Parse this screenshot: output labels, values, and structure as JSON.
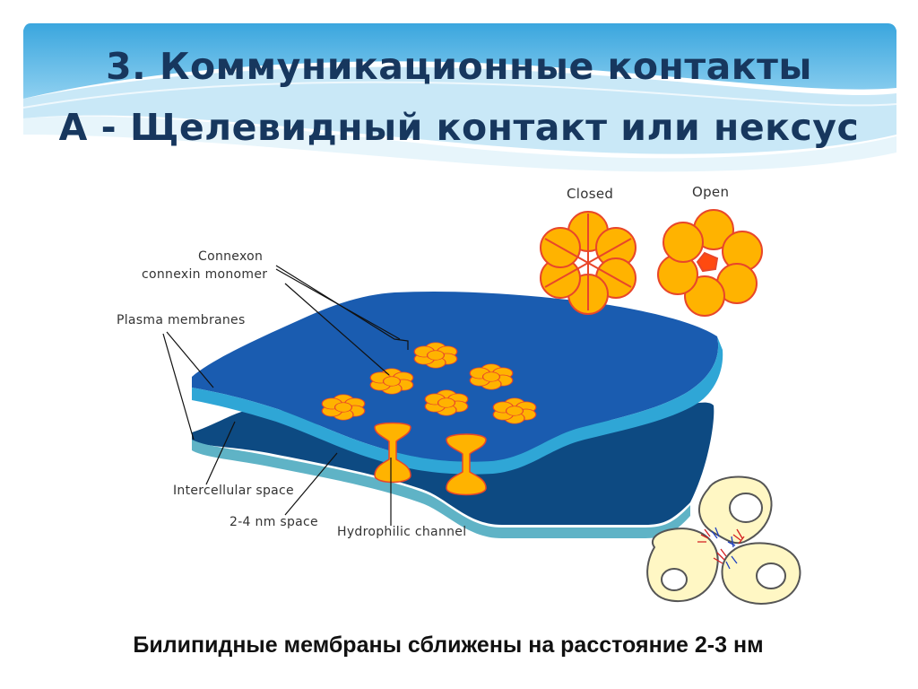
{
  "slide": {
    "title_line1": "3. Коммуникационные контакты",
    "title_line2": "А - Щелевидный контакт или нексус",
    "caption": "Билипидные мембраны сближены на расстояние 2-3 нм"
  },
  "diagram": {
    "labels": {
      "closed": "Closed",
      "open": "Open",
      "connexon": "Connexon",
      "connexin_monomer": "connexin monomer",
      "plasma_membranes": "Plasma membranes",
      "intercellular_space": "Intercellular space",
      "nm_space": "2-4 nm space",
      "hydrophilic_channel": "Hydrophilic channel"
    }
  },
  "colors": {
    "title": "#17375e",
    "banner": "#3aa6de",
    "membrane_top": "#1a5cb0",
    "membrane_edge": "#2fa6d6",
    "membrane_lower": "#0d4a82",
    "connexon_fill": "#ffb300",
    "connexon_stroke": "#e8462a"
  }
}
